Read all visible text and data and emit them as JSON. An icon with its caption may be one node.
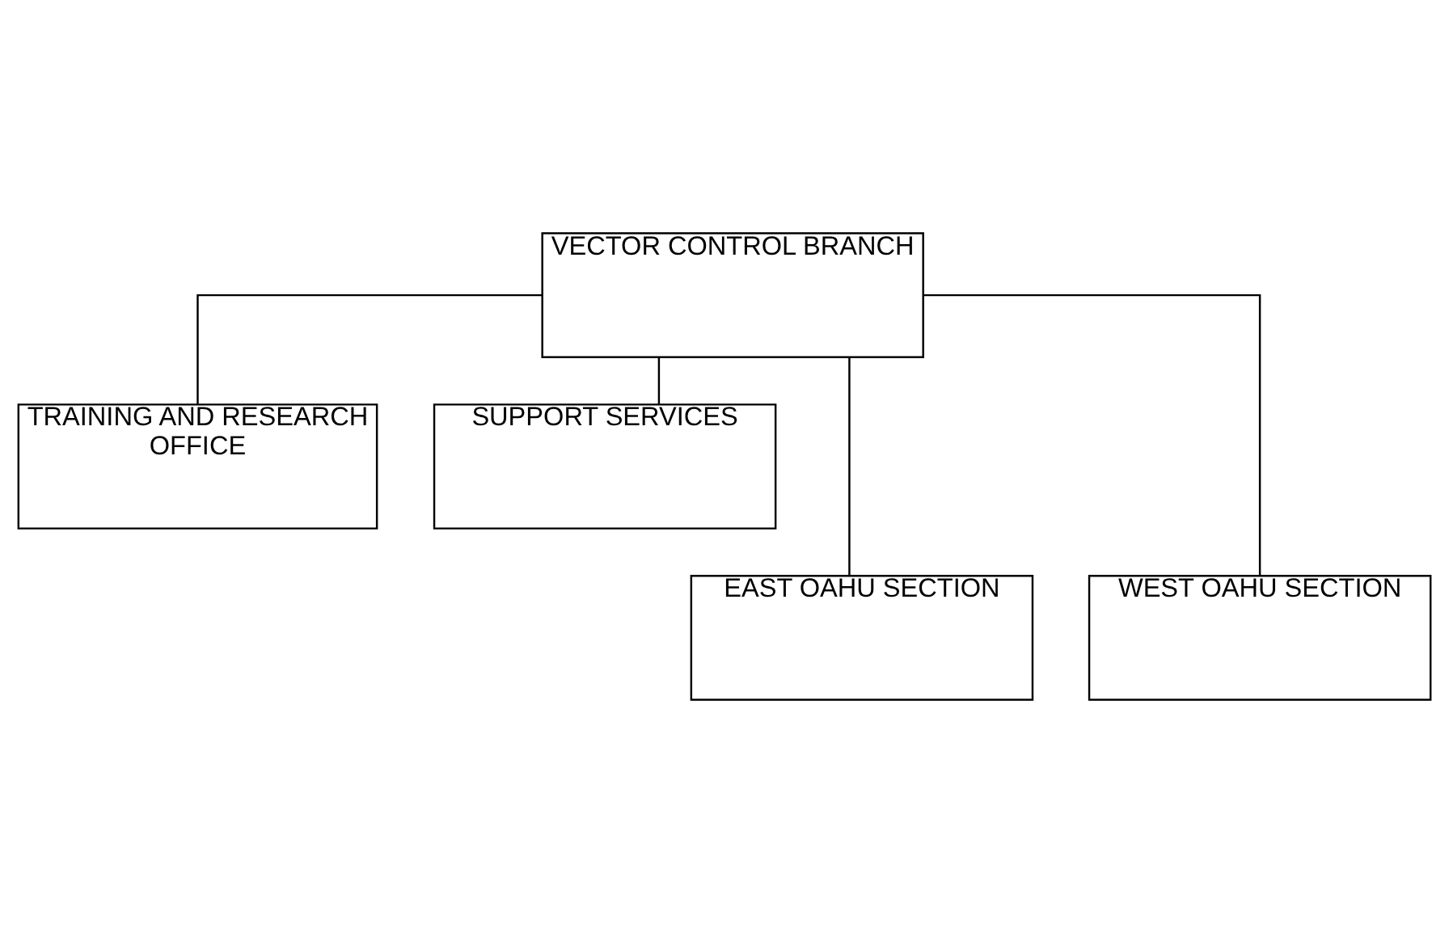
{
  "diagram": {
    "nodes": [
      {
        "text": [
          "VECTOR CONTROL BRANCH"
        ]
      },
      {
        "text": [
          "TRAINING AND RESEARCH OFFICE"
        ]
      },
      {
        "text": [
          "SUPPORT SERVICES"
        ]
      },
      {
        "text": [
          "EAST OAHU SECTION"
        ]
      },
      {
        "text": [
          "WEST OAHU SECTION"
        ]
      }
    ],
    "edges": [
      {
        "from": 0,
        "to": 1,
        "arrow": "none"
      },
      {
        "from": 0,
        "to": 2,
        "arrow": "none"
      },
      {
        "from": 0,
        "to": 3,
        "arrow": "none"
      },
      {
        "from": 0,
        "to": 4,
        "arrow": "none"
      }
    ]
  }
}
